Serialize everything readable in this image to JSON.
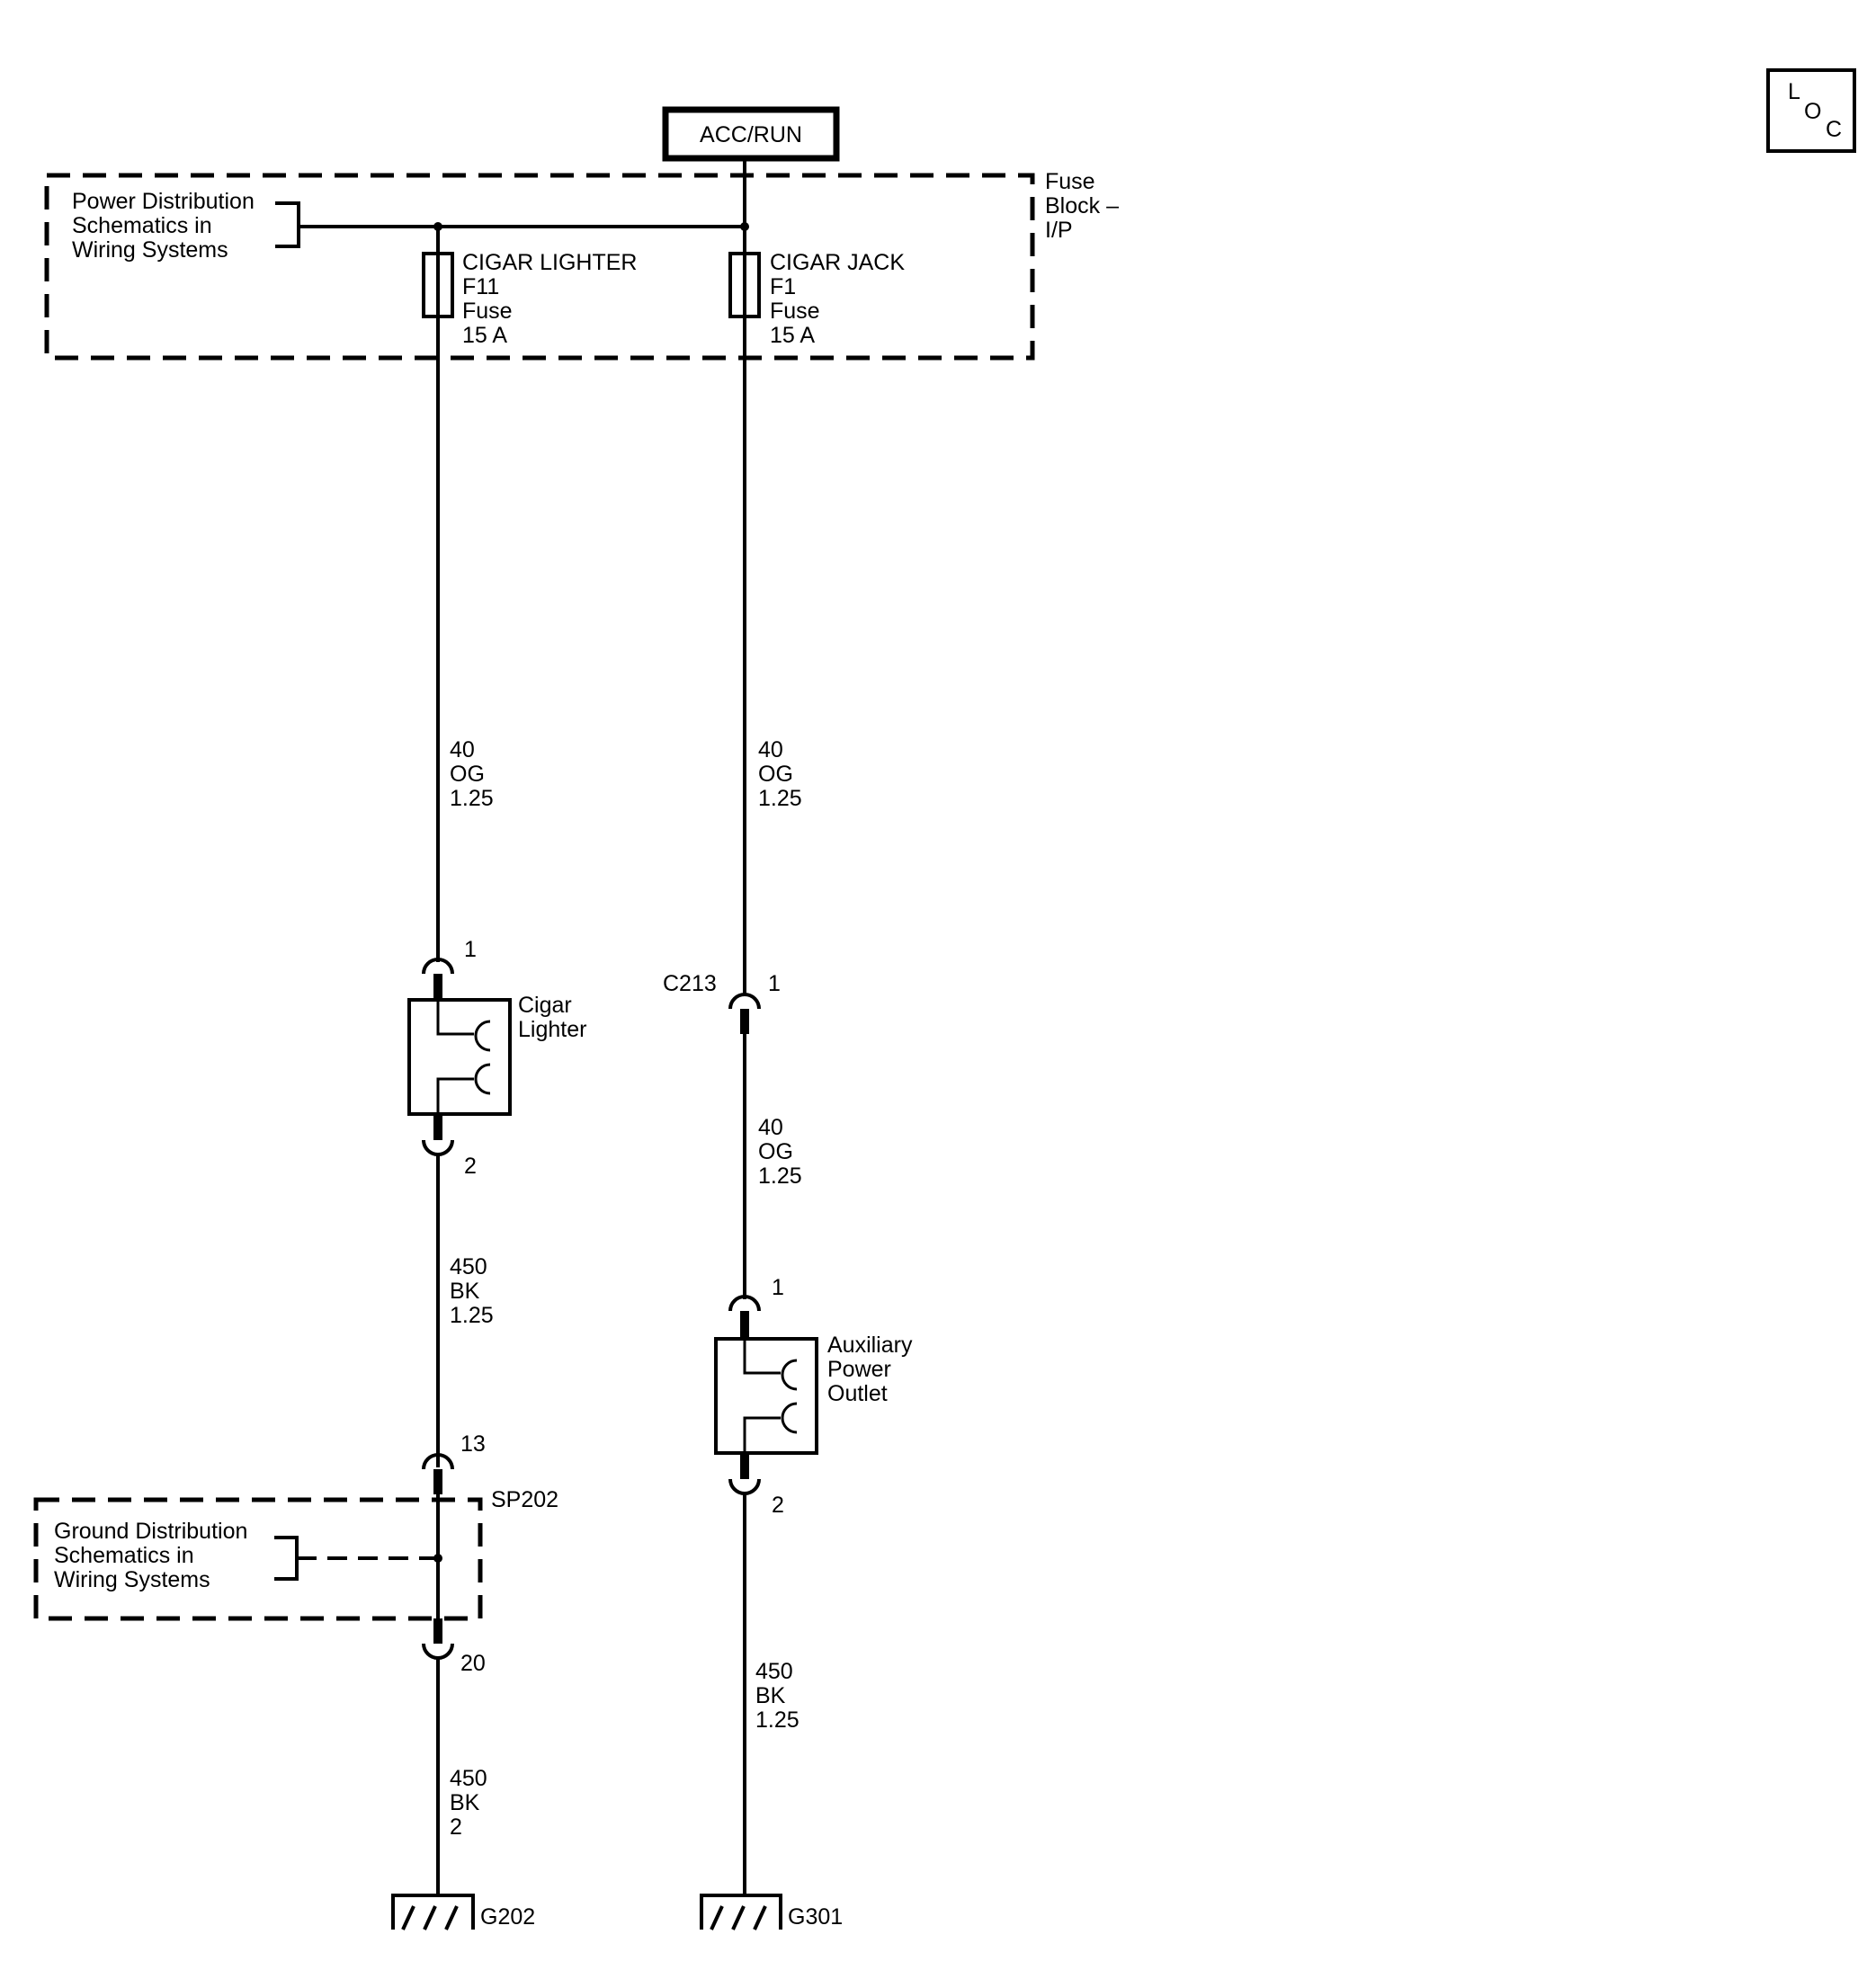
{
  "ignition_box": {
    "label": "ACC/RUN"
  },
  "loc_symbol": {
    "letters": [
      "L",
      "O",
      "C"
    ]
  },
  "fuse_block": {
    "label_lines": [
      "Fuse",
      "Block –",
      "I/P"
    ],
    "power_ref_lines": [
      "Power Distribution",
      "Schematics in",
      "Wiring Systems"
    ],
    "fuses": [
      {
        "lines": [
          "CIGAR LIGHTER",
          "F11",
          "Fuse",
          "15 A"
        ]
      },
      {
        "lines": [
          "CIGAR JACK",
          "F1",
          "Fuse",
          "15 A"
        ]
      }
    ]
  },
  "left_circuit": {
    "wire1_lines": [
      "40",
      "OG",
      "1.25"
    ],
    "device_lines": [
      "Cigar",
      "Lighter"
    ],
    "device_pin_top": "1",
    "device_pin_bottom": "2",
    "wire2_lines": [
      "450",
      "BK",
      "1.25"
    ],
    "splice_pin_top": "13",
    "splice_label": "SP202",
    "splice_pin_bottom": "20",
    "ground_ref_lines": [
      "Ground Distribution",
      "Schematics in",
      "Wiring Systems"
    ],
    "wire3_lines": [
      "450",
      "BK",
      "2"
    ],
    "ground_label": "G202"
  },
  "right_circuit": {
    "wire1_lines": [
      "40",
      "OG",
      "1.25"
    ],
    "connector_label": "C213",
    "connector_pin": "1",
    "wire2_lines": [
      "40",
      "OG",
      "1.25"
    ],
    "device_pin_top": "1",
    "device_lines": [
      "Auxiliary",
      "Power",
      "Outlet"
    ],
    "device_pin_bottom": "2",
    "wire3_lines": [
      "450",
      "BK",
      "1.25"
    ],
    "ground_label": "G301"
  }
}
